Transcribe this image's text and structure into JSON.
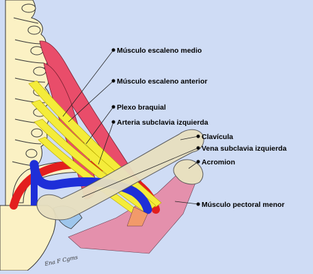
{
  "labels": [
    {
      "id": "escaleno-medio",
      "text": "Músculo escaleno medio"
    },
    {
      "id": "escaleno-anterior",
      "text": "Músculo escaleno anterior"
    },
    {
      "id": "plexo-braquial",
      "text": "Plexo braquial"
    },
    {
      "id": "arteria-subclavia",
      "text": "Arteria subclavia izquierda"
    },
    {
      "id": "clavicula",
      "text": "Clavícula"
    },
    {
      "id": "vena-subclavia",
      "text": "Vena subclavia izquierda"
    },
    {
      "id": "acromion",
      "text": "Acromion"
    },
    {
      "id": "pectoral-menor",
      "text": "Músculo pectoral menor"
    }
  ],
  "signature": "Ena F Cgms",
  "colors": {
    "background": "#cfdcf5",
    "bone": "#fbf1c4",
    "clavicle": "#e8e0c0",
    "muscle": "#e94d6a",
    "pectoral": "#e68aa6",
    "nerve": "#f4ec3a",
    "artery": "#e31e1e",
    "vein": "#1e2fd8",
    "joint": "#9ec6ec"
  }
}
